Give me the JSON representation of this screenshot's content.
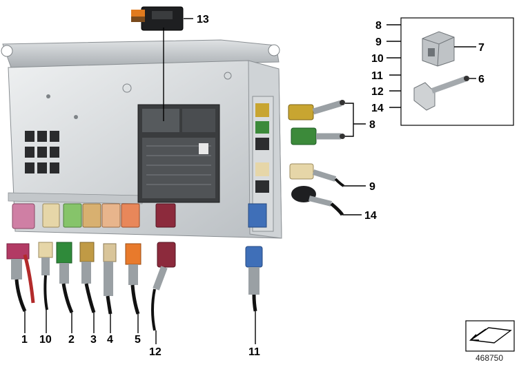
{
  "diagram": {
    "labels": {
      "c1": "1",
      "c10": "10",
      "c2": "2",
      "c3": "3",
      "c4": "4",
      "c5": "5",
      "c12": "12",
      "c11": "11",
      "c13": "13",
      "c6": "6",
      "c7": "7",
      "c8": "8",
      "c9": "9",
      "c14": "14",
      "legend": [
        "8",
        "9",
        "10",
        "11",
        "12",
        "14"
      ]
    },
    "reference_number": "468750",
    "connector_colors": {
      "pink": "#cf7fa4",
      "beige": "#e6d6a8",
      "green": "#86c46a",
      "tan": "#d8b070",
      "peach": "#e8b58c",
      "orange": "#e8875a",
      "burgundy": "#8c2a3c",
      "blue": "#3f6fb8",
      "yellow": "#c8a531",
      "dkgreen": "#3c8a3a"
    }
  }
}
